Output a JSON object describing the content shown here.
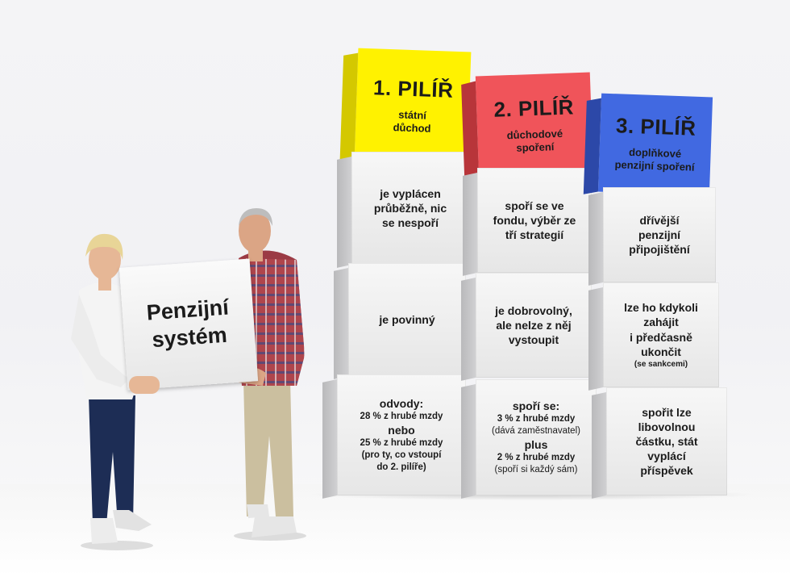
{
  "title": "Penzijní\nsystém",
  "pillars": [
    {
      "title": "1. PILÍŘ",
      "subtitle": "státní\nduchod",
      "color": "#fff200",
      "rows": [
        [
          "je vyplácen",
          "průběžně, nic",
          "se nespoří"
        ],
        [
          "je povinný"
        ],
        [
          "odvody:",
          "28 % z hrubé mzdy",
          "nebo",
          "25 % z hrubé mzdy",
          "(pro ty, co vstoupí",
          "do 2. pilíře)"
        ]
      ]
    },
    {
      "title": "2. PILÍŘ",
      "subtitle": "důchodové\nspoření",
      "color": "#f0545a",
      "rows": [
        [
          "spoří se ve",
          "fondu, výběr ze",
          "tří strategií"
        ],
        [
          "je dobrovolný,",
          "ale nelze z něj",
          "vystoupit"
        ],
        [
          "spoří se:",
          "3 % z hrubé mzdy",
          "(dává zaměstnavatel)",
          "plus",
          "2 % z hrubé mzdy",
          "(spoří si každý sám)"
        ]
      ]
    },
    {
      "title": "3. PILÍŘ",
      "subtitle": "doplňkové\npenzijní spoření",
      "color": "#4169e1",
      "rows": [
        [
          "dřívější",
          "penzijní",
          "připojištění"
        ],
        [
          "lze ho kdykoli",
          "zahájit",
          "i předčasně",
          "ukončit",
          "(se sankcemi)"
        ],
        [
          "spořit lze",
          "libovolnou",
          "částku, stát",
          "vyplácí",
          "příspěvek"
        ]
      ]
    }
  ]
}
